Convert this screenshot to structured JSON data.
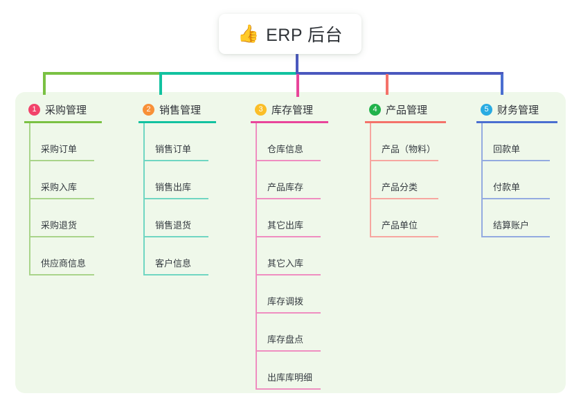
{
  "root": {
    "icon": "thumbs-up-icon",
    "emoji": "👍",
    "title": "ERP 后台"
  },
  "palette": {
    "panel_bg": "#eff8ea",
    "root_line": "#4a58be",
    "green": "#7ac143",
    "teal": "#12c2a0",
    "pink": "#e8459a",
    "salmon": "#f4726a",
    "blue": "#4a6ed0",
    "badge_1": "#f2436a",
    "badge_2": "#f89038",
    "badge_3": "#fbbe28",
    "badge_4": "#21b24b",
    "badge_5": "#29abe2"
  },
  "columns": [
    {
      "index": "1",
      "title": "采购管理",
      "badge_color": "#f2436a",
      "line_color": "#7ac143",
      "item_line_color": "#a9d48a",
      "items": [
        "采购订单",
        "采购入库",
        "采购退货",
        "供应商信息"
      ]
    },
    {
      "index": "2",
      "title": "销售管理",
      "badge_color": "#f89038",
      "line_color": "#12c2a0",
      "item_line_color": "#6fd6c2",
      "items": [
        "销售订单",
        "销售出库",
        "销售退货",
        "客户信息"
      ]
    },
    {
      "index": "3",
      "title": "库存管理",
      "badge_color": "#fbbe28",
      "line_color": "#e8459a",
      "item_line_color": "#ef8dc0",
      "items": [
        "仓库信息",
        "产品库存",
        "其它出库",
        "其它入库",
        "库存调拨",
        "库存盘点",
        "出库库明细"
      ]
    },
    {
      "index": "4",
      "title": "产品管理",
      "badge_color": "#21b24b",
      "line_color": "#f4726a",
      "item_line_color": "#f7a6a0",
      "items": [
        "产品（物料）",
        "产品分类",
        "产品单位"
      ]
    },
    {
      "index": "5",
      "title": "财务管理",
      "badge_color": "#29abe2",
      "line_color": "#4a6ed0",
      "item_line_color": "#93aae0",
      "items": [
        "回款单",
        "付款单",
        "结算账户"
      ]
    }
  ]
}
